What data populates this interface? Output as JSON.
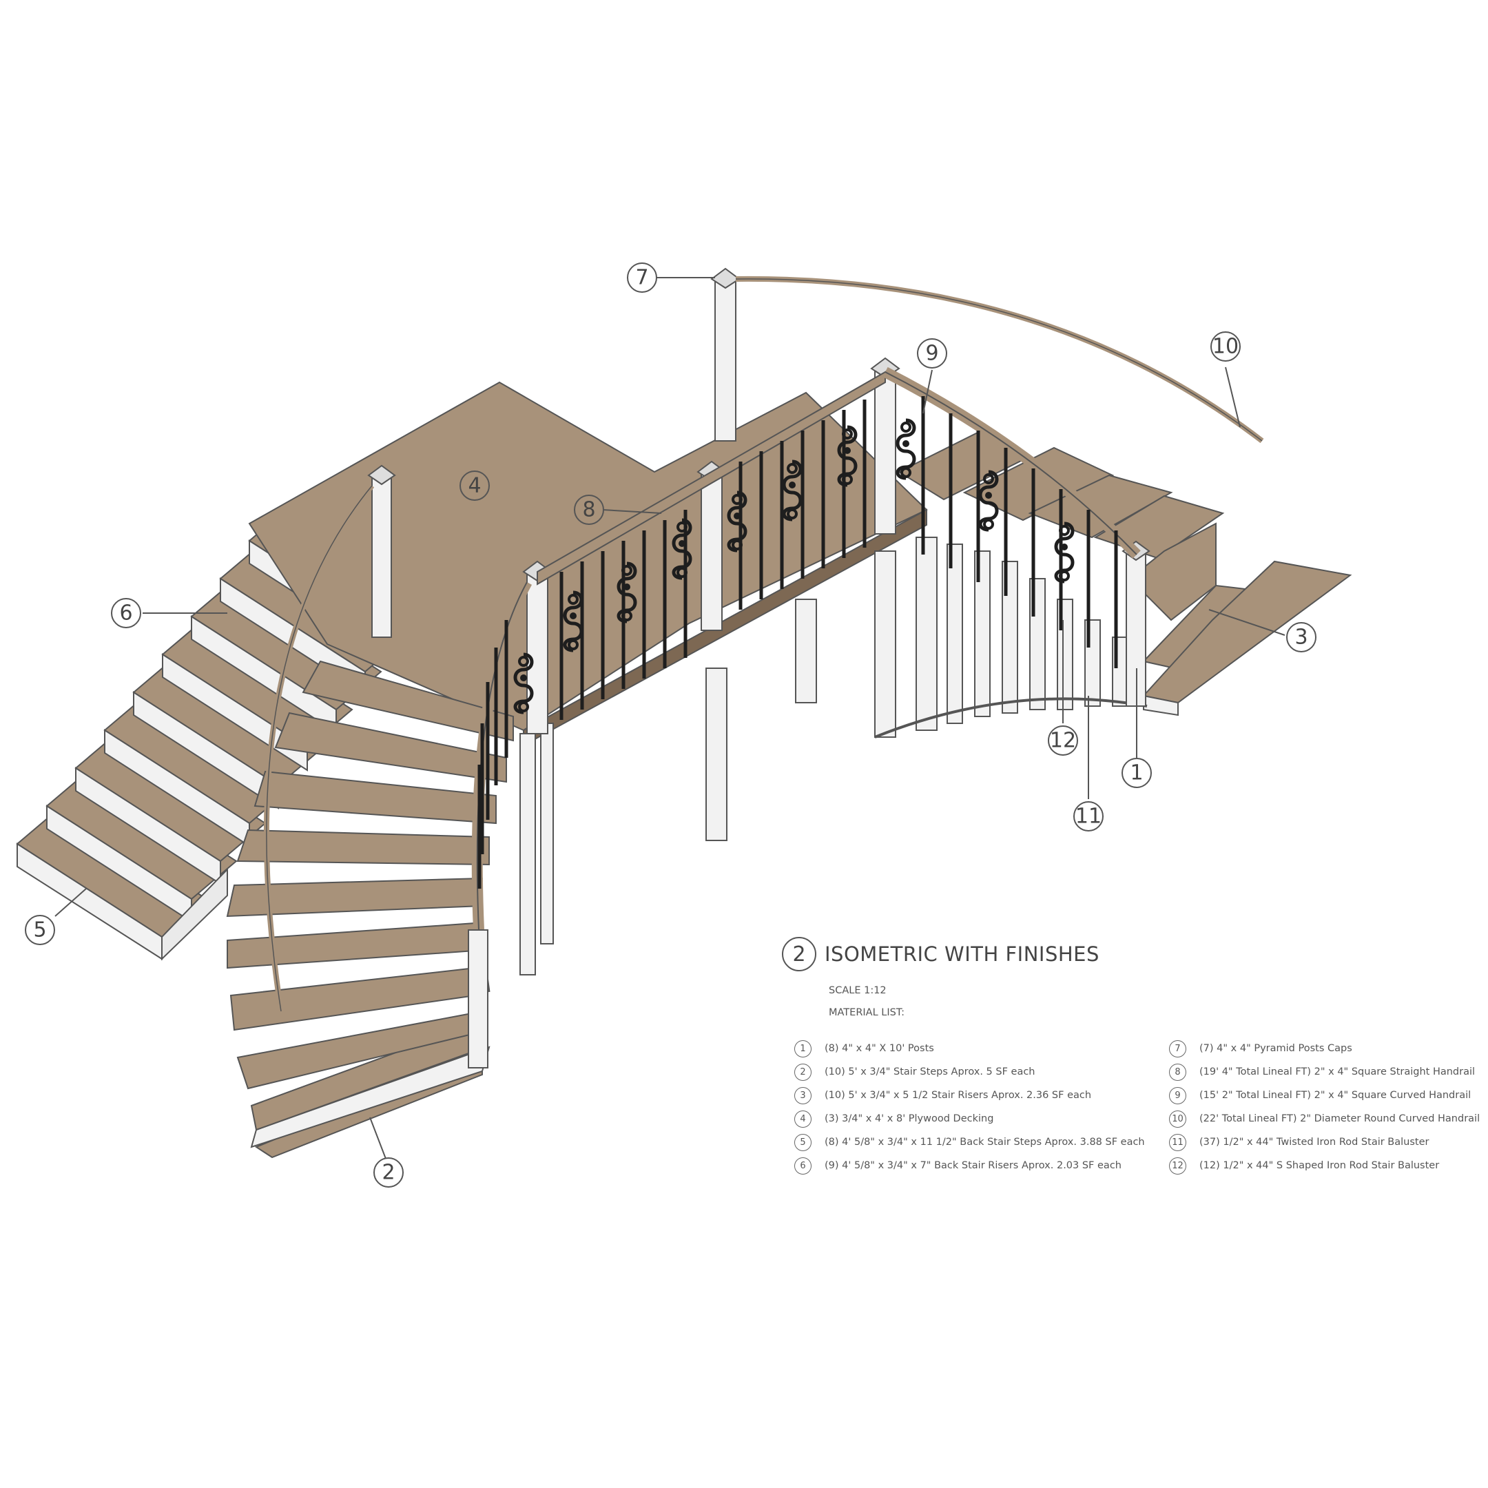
{
  "title": {
    "number": "2",
    "text": "ISOMETRIC WITH FINISHES"
  },
  "scale": "SCALE 1:12",
  "material_list_label": "MATERIAL LIST:",
  "materials_left": [
    {
      "num": "1",
      "text": "(8) 4\" x 4\" X 10' Posts"
    },
    {
      "num": "2",
      "text": "(10) 5' x 3/4\" Stair Steps Aprox. 5 SF each"
    },
    {
      "num": "3",
      "text": "(10) 5' x 3/4\" x 5 1/2 Stair Risers Aprox. 2.36 SF each"
    },
    {
      "num": "4",
      "text": "(3) 3/4\" x 4' x 8' Plywood Decking"
    },
    {
      "num": "5",
      "text": "(8) 4' 5/8\" x 3/4\" x 11 1/2\" Back Stair Steps Aprox. 3.88 SF each"
    },
    {
      "num": "6",
      "text": "(9) 4' 5/8\" x 3/4\" x 7\" Back Stair Risers Aprox. 2.03 SF each"
    }
  ],
  "materials_right": [
    {
      "num": "7",
      "text": "(7) 4\" x 4\" Pyramid Posts Caps"
    },
    {
      "num": "8",
      "text": "(19' 4\" Total Lineal FT) 2\" x 4\" Square Straight Handrail"
    },
    {
      "num": "9",
      "text": "(15' 2\" Total Lineal FT) 2\" x 4\" Square Curved  Handrail"
    },
    {
      "num": "10",
      "text": "(22' Total Lineal FT) 2\" Diameter Round Curved Handrail"
    },
    {
      "num": "11",
      "text": "(37) 1/2\" x 44\" Twisted Iron Rod Stair Baluster"
    },
    {
      "num": "12",
      "text": "(12) 1/2\" x 44\" S Shaped Iron Rod Stair Baluster"
    }
  ],
  "callouts": [
    "1",
    "2",
    "3",
    "4",
    "5",
    "6",
    "7",
    "8",
    "9",
    "10",
    "11",
    "12"
  ],
  "colors": {
    "wood": "#a8927a",
    "wood_dark": "#8c7560",
    "white_trim": "#f2f2f2",
    "iron": "#1e1e1e",
    "line": "#555555"
  }
}
